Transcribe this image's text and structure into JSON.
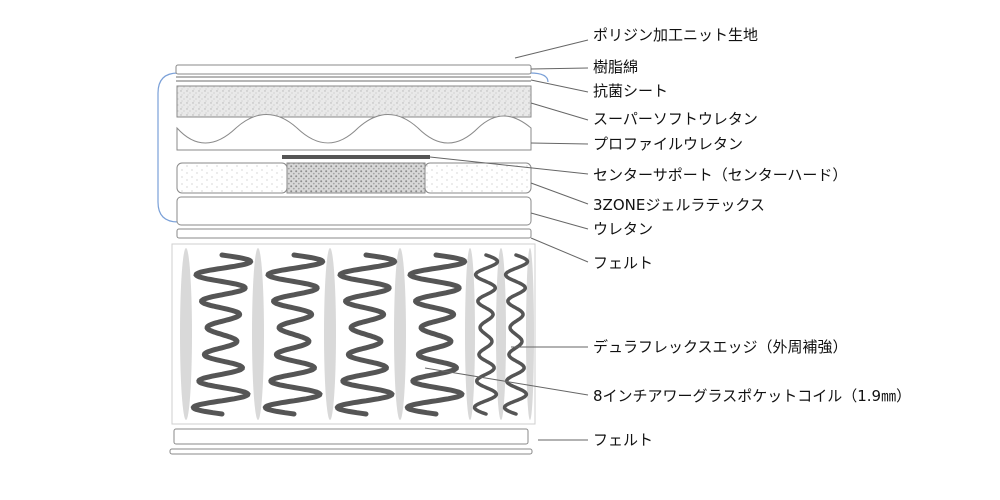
{
  "labels": {
    "polygene_knit": "ポリジン加工ニット生地",
    "cotton": "樹脂綿",
    "antibacterial_sheet": "抗菌シート",
    "super_soft_urethane": "スーパーソフトウレタン",
    "profile_urethane": "プロファイルウレタン",
    "center_support": "センターサポート（センターハード）",
    "zone_gel": "3ZONEジェルラテックス",
    "urethane": "ウレタン",
    "felt_top": "フェルト",
    "dura_flex_edge": "デュラフレックスエッジ（外周補強）",
    "pocket_coil": "8インチアワーグラスポケットコイル（1.9㎜）",
    "felt_bottom": "フェルト"
  },
  "colors": {
    "outline": "#8a8a8a",
    "bracket": "#7aa0d8",
    "coil": "#555555",
    "coil_shadow": "#d9d9d9",
    "support_bar": "#555555"
  }
}
